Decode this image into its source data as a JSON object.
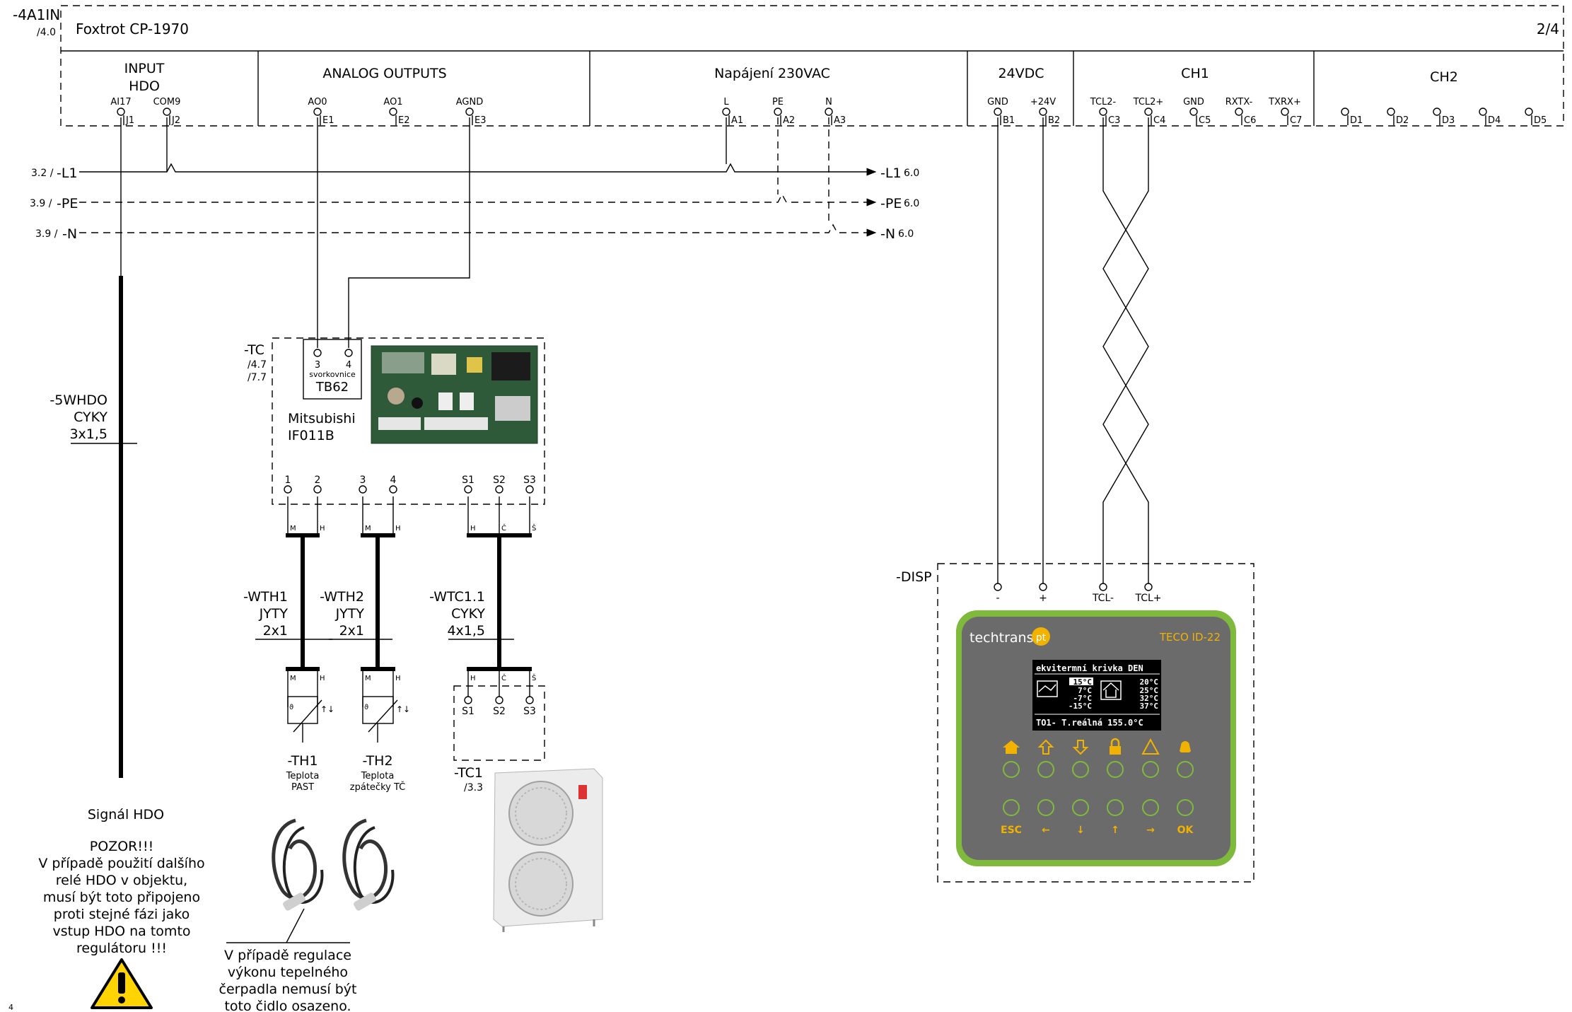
{
  "plc": {
    "ref": "-4A1IN",
    "ref_sub": "/4.0",
    "model": "Foxtrot CP-1970",
    "page": "2/4",
    "sections": [
      {
        "title": "INPUT",
        "title2": "HDO"
      },
      {
        "title": "ANALOG OUTPUTS",
        "title2": ""
      },
      {
        "title": "Napájení 230VAC",
        "title2": ""
      },
      {
        "title": "24VDC",
        "title2": ""
      },
      {
        "title": "CH1",
        "title2": ""
      },
      {
        "title": "CH2",
        "title2": ""
      }
    ],
    "terminals": [
      {
        "signal": "AI17",
        "pin": "J1"
      },
      {
        "signal": "COM9",
        "pin": "J2"
      },
      {
        "signal": "AO0",
        "pin": "E1"
      },
      {
        "signal": "AO1",
        "pin": "E2"
      },
      {
        "signal": "AGND",
        "pin": "E3"
      },
      {
        "signal": "L",
        "pin": "A1"
      },
      {
        "signal": "PE",
        "pin": "A2"
      },
      {
        "signal": "N",
        "pin": "A3"
      },
      {
        "signal": "GND",
        "pin": "B1"
      },
      {
        "signal": "+24V",
        "pin": "B2"
      },
      {
        "signal": "TCL2-",
        "pin": "C3"
      },
      {
        "signal": "TCL2+",
        "pin": "C4"
      },
      {
        "signal": "GND",
        "pin": "C5"
      },
      {
        "signal": "RXTX-",
        "pin": "C6"
      },
      {
        "signal": "TXRX+",
        "pin": "C7"
      },
      {
        "signal": "",
        "pin": "D1"
      },
      {
        "signal": "",
        "pin": "D2"
      },
      {
        "signal": "",
        "pin": "D3"
      },
      {
        "signal": "",
        "pin": "D4"
      },
      {
        "signal": "",
        "pin": "D5"
      }
    ]
  },
  "power_lines": [
    {
      "src": "3.2 /",
      "name": "-L1",
      "dst": "6.0"
    },
    {
      "src": "3.9 /",
      "name": "-PE",
      "dst": "6.0"
    },
    {
      "src": "3.9 /",
      "name": "-N",
      "dst": "6.0"
    }
  ],
  "cable_hdo": {
    "tag": "-5WHDO",
    "type": "CYKY",
    "size": "3x1,5"
  },
  "hdo_signal": "Signál HDO",
  "hdo_warning": [
    "POZOR!!!",
    "V případě použití dalšího",
    "relé HDO v objektu,",
    "musí být toto připojeno",
    "proti stejné fázi jako",
    "vstup HDO na tomto",
    "regulátoru !!!"
  ],
  "tc": {
    "tag": "-TC",
    "ref1": "/4.7",
    "ref2": "/7.7",
    "name1": "Mitsubishi",
    "name2": "IF011B",
    "tb_terminals": [
      "3",
      "4"
    ],
    "tb_label": "svorkovnice",
    "tb_name": "TB62",
    "terminals": [
      "1",
      "2",
      "3",
      "4",
      "S1",
      "S2",
      "S3"
    ],
    "wire_marks": [
      "M",
      "H",
      "M",
      "H",
      "H",
      "Č",
      "Š"
    ]
  },
  "cables": [
    {
      "tag": "-WTH1",
      "type": "JYTY",
      "size": "2x1"
    },
    {
      "tag": "-WTH2",
      "type": "JYTY",
      "size": "2x1"
    },
    {
      "tag": "-WTC1.1",
      "type": "CYKY",
      "size": "4x1,5"
    }
  ],
  "sensors": [
    {
      "tag": "-TH1",
      "desc1": "Teplota",
      "desc2": "PAST",
      "marks": [
        "M",
        "H"
      ]
    },
    {
      "tag": "-TH2",
      "desc1": "Teplota",
      "desc2": "zpátečky TČ",
      "marks": [
        "M",
        "H"
      ]
    }
  ],
  "tc1": {
    "tag": "-TC1",
    "ref": "/3.3",
    "marks": [
      "H",
      "Č",
      "Š"
    ],
    "terminals": [
      "S1",
      "S2",
      "S3"
    ]
  },
  "sensor_note": [
    "V případě regulace",
    "výkonu tepelného",
    "čerpadla nemusí být",
    "toto čidlo osazeno."
  ],
  "disp": {
    "tag": "-DISP",
    "terminals": [
      "-",
      "+",
      "TCL-",
      "TCL+"
    ],
    "brand": "techtrans",
    "brand_badge": "pt",
    "model": "TECO ID-22",
    "screen_lines": [
      "ekvitermní krivka DEN",
      "15°C",
      "7°C",
      "-7°C",
      "-15°C",
      "20°C",
      "25°C",
      "32°C",
      "37°C",
      "TO1- T.reálná 155.0°C"
    ],
    "buttons": [
      "ESC",
      "←",
      "↓",
      "↑",
      "→",
      "OK"
    ]
  },
  "footer_num": "4",
  "colors": {
    "panel_green": "#7fba3c",
    "panel_body": "#6b6b6b",
    "accent_yellow": "#f2b300",
    "warning_yellow": "#ffd400"
  }
}
